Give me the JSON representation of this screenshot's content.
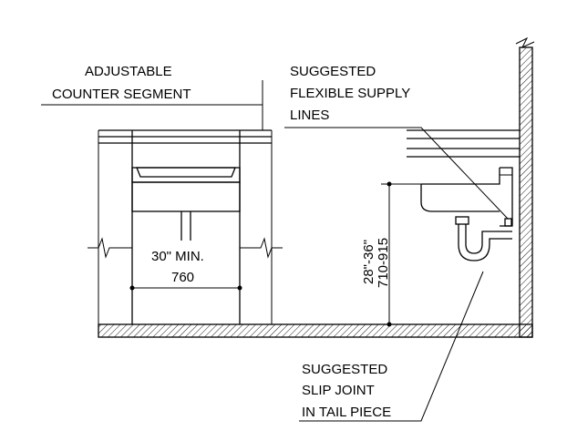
{
  "labels": {
    "adjustable_line1": "ADJUSTABLE",
    "adjustable_line2": "COUNTER SEGMENT",
    "supply_line1": "SUGGESTED",
    "supply_line2": "FLEXIBLE SUPPLY",
    "supply_line3": "LINES",
    "width_dim_imperial": "30\" MIN.",
    "width_dim_metric": "760",
    "height_dim_imperial": "28\"-36\"",
    "height_dim_metric": "710-915",
    "slip_line1": "SUGGESTED",
    "slip_line2": "SLIP JOINT",
    "slip_line3": "IN TAIL PIECE"
  }
}
